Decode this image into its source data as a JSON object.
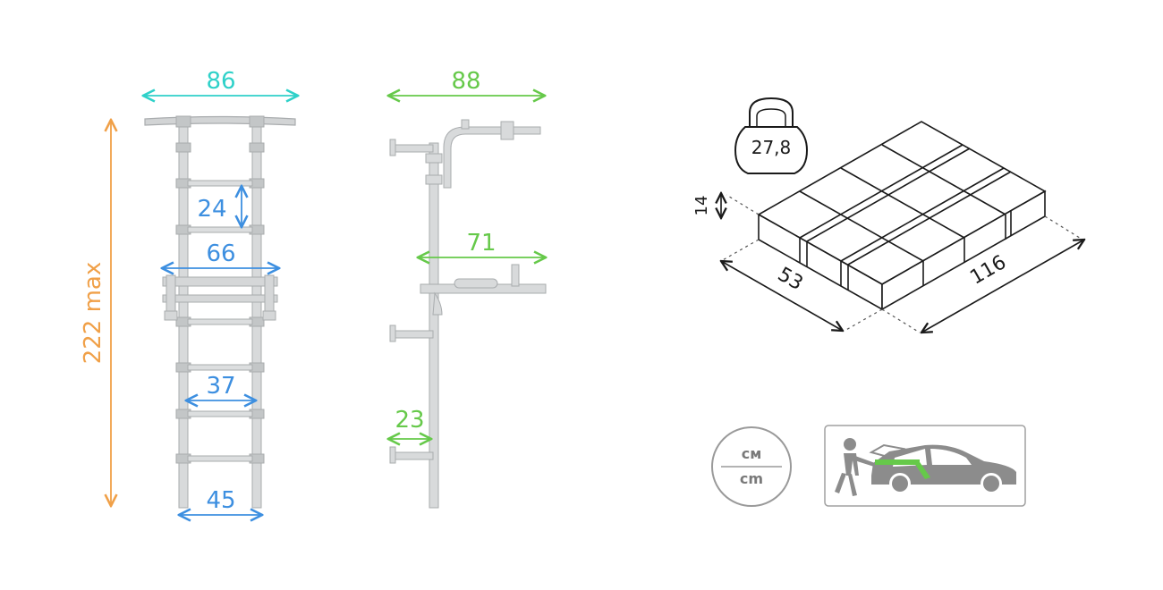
{
  "colors": {
    "cyan": "#2fd1c9",
    "green": "#66c94a",
    "blue": "#3d8fe0",
    "orange": "#f0a048",
    "steel": "#c9cbcc",
    "steel_dark": "#a9acae",
    "ink": "#1a1a1a",
    "muted": "#8a8a8a",
    "car": "#8c8c8c"
  },
  "front_view": {
    "width_top": "86",
    "rung_spacing": "24",
    "bar_width": "66",
    "inner_width": "37",
    "base_width": "45",
    "height_max": "222 max"
  },
  "side_view": {
    "depth_top": "88",
    "depth_bar": "71",
    "depth_bottom": "23"
  },
  "package": {
    "weight": "27,8",
    "height": "14",
    "width": "53",
    "length": "116"
  },
  "units": {
    "top": "см",
    "bottom": "cm"
  },
  "icons": {
    "weight": "kettlebell-icon",
    "units": "units-badge-icon",
    "transport": "car-loading-icon"
  }
}
